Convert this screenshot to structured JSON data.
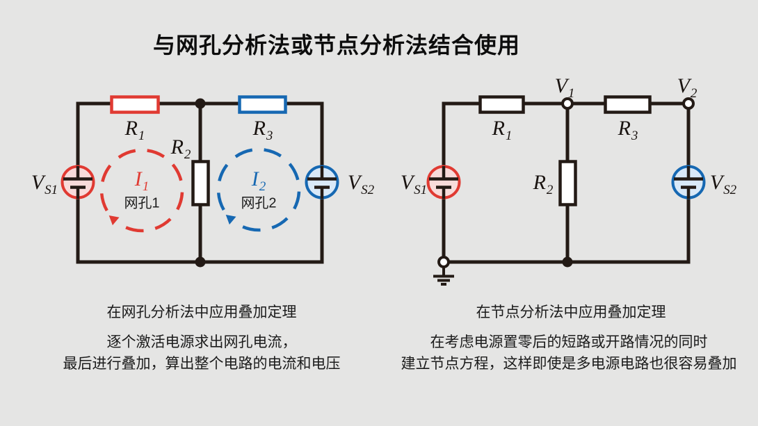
{
  "title": "与网孔分析法或节点分析法结合使用",
  "colors": {
    "background": "#e5e5e4",
    "wire": "#231a15",
    "red": "#e03a32",
    "red_fill": "#f8dbda",
    "blue": "#1668b2",
    "blue_fill": "#d9e9f8",
    "text": "#111111"
  },
  "mesh_circuit": {
    "labels": {
      "r1": {
        "main": "R",
        "sub": "1"
      },
      "r2": {
        "main": "R",
        "sub": "2"
      },
      "r3": {
        "main": "R",
        "sub": "3"
      },
      "vs1": {
        "main": "V",
        "sub": "S1"
      },
      "vs2": {
        "main": "V",
        "sub": "S2"
      },
      "i1": {
        "main": "I",
        "sub": "1"
      },
      "i2": {
        "main": "I",
        "sub": "2"
      },
      "mesh1": "网孔1",
      "mesh2": "网孔2"
    },
    "caption": "在网孔分析法中应用叠加定理",
    "description": [
      "逐个激活电源求出网孔电流，",
      "最后进行叠加，算出整个电路的电流和电压"
    ]
  },
  "node_circuit": {
    "labels": {
      "r1": {
        "main": "R",
        "sub": "1"
      },
      "r2": {
        "main": "R",
        "sub": "2"
      },
      "r3": {
        "main": "R",
        "sub": "3"
      },
      "vs1": {
        "main": "V",
        "sub": "S1"
      },
      "vs2": {
        "main": "V",
        "sub": "S2"
      },
      "v1": {
        "main": "V",
        "sub": "1"
      },
      "v2": {
        "main": "V",
        "sub": "2"
      }
    },
    "caption": "在节点分析法中应用叠加定理",
    "description": [
      "在考虑电源置零后的短路或开路情况的同时",
      "建立节点方程，这样即使是多电源电路也很容易叠加"
    ]
  }
}
